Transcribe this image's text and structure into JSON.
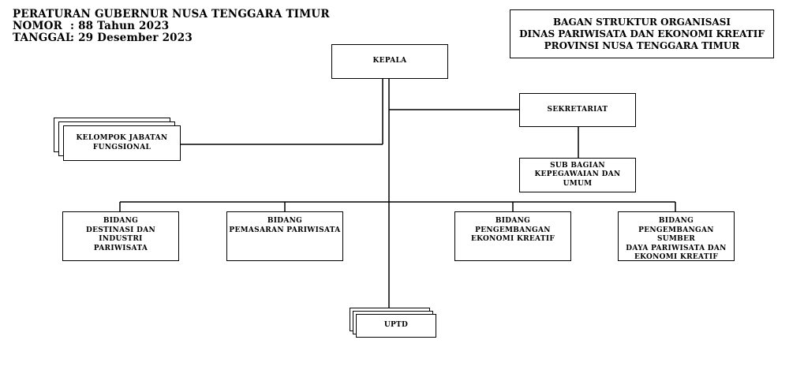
{
  "header": {
    "line1": "PERATURAN GUBERNUR NUSA TENGGARA TIMUR",
    "nomor_label": "NOMOR",
    "nomor_value": ": 88 Tahun 2023",
    "tanggal_label": "TANGGAL",
    "tanggal_value": ": 29 Desember 2023"
  },
  "title": {
    "line1": "BAGAN STRUKTUR ORGANISASI",
    "line2": "DINAS PARIWISATA DAN EKONOMI KREATIF",
    "line3": "PROVINSI NUSA TENGGARA TIMUR"
  },
  "nodes": {
    "kepala": "KEPALA",
    "sekretariat": "SEKRETARIAT",
    "subbagian": "SUB BAGIAN\nKEPEGAWAIAN DAN\nUMUM",
    "jabatan_fungsional": "KELOMPOK JABATAN\nFUNGSIONAL",
    "bidang_destinasi": "BIDANG\nDESTINASI DAN INDUSTRI\nPARIWISATA",
    "bidang_pemasaran": "BIDANG\nPEMASARAN PARIWISATA",
    "bidang_ekonomi": "BIDANG\nPENGEMBANGAN\nEKONOMI KREATIF",
    "bidang_sdm": "BIDANG\nPENGEMBANGAN SUMBER\nDAYA PARIWISATA DAN\nEKONOMI KREATIF",
    "uptd": "UPTD"
  }
}
